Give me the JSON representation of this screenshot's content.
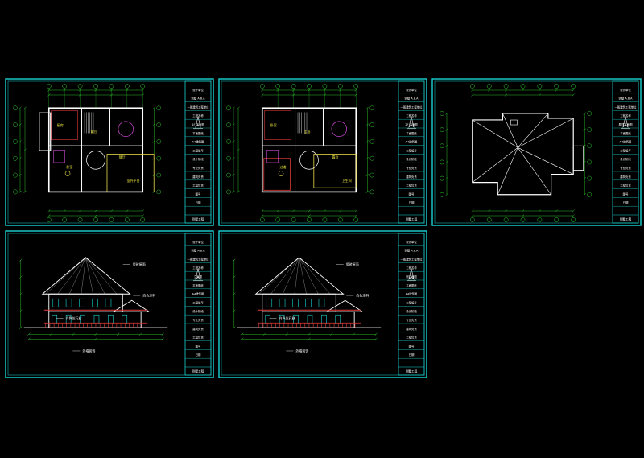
{
  "colors": {
    "background": "#000000",
    "frame": "#19d3d3",
    "wall": "#ffffff",
    "dimension": "#2fd12f",
    "accent_red": "#e23b3b",
    "accent_yellow": "#e9d84a",
    "accent_magenta": "#d24ad8",
    "text_yellow": "#e6e23a"
  },
  "sheets": [
    {
      "kind": "plan-ground",
      "callouts": [
        "厨房",
        "客厅",
        "餐厅",
        "卧室",
        "室外平台"
      ],
      "title_block": [
        "设计单位",
        "别墅 A.B.A",
        "一般建筑工程单位",
        "工程名称",
        "1F 平面图",
        "平面图纸",
        "A4建筑图",
        "工程编号",
        "设计阶段",
        "专业负责",
        "建筑负责",
        "工程负责",
        "图号",
        "日期"
      ],
      "footer": "别墅工程"
    },
    {
      "kind": "plan-upper",
      "callouts": [
        "卧室",
        "主卧",
        "露台",
        "过道",
        "卫生间"
      ],
      "title_block": [
        "设计单位",
        "别墅 A.B.A",
        "一般建筑工程单位",
        "工程名称",
        "2F 平面图",
        "平面图纸",
        "A4建筑图",
        "工程编号",
        "设计阶段",
        "专业负责",
        "建筑负责",
        "工程负责",
        "图号",
        "日期"
      ],
      "footer": "别墅工程"
    },
    {
      "kind": "plan-roof",
      "callouts": [],
      "title_block": [
        "设计单位",
        "别墅 A.B.A",
        "一般建筑工程单位",
        "工程名称",
        "屋顶平面图",
        "平面图纸",
        "A4建筑图",
        "工程编号",
        "设计阶段",
        "专业负责",
        "建筑负责",
        "工程负责",
        "图号",
        "日期"
      ],
      "footer": "别墅工程"
    },
    {
      "kind": "elevation-front",
      "callouts": [
        "瓷砖屋面",
        "白色涂料",
        "白色仿石材",
        "外墙装饰"
      ],
      "title_block": [
        "设计单位",
        "别墅 A.B.A",
        "一般建筑工程单位",
        "工程名称",
        "立面图",
        "平面图纸",
        "A4建筑图",
        "工程编号",
        "设计阶段",
        "专业负责",
        "建筑负责",
        "工程负责",
        "图号",
        "日期"
      ],
      "footer": "别墅工程"
    },
    {
      "kind": "elevation-side",
      "callouts": [
        "瓷砖屋面",
        "白色涂料",
        "白色仿石材",
        "外墙装饰"
      ],
      "title_block": [
        "设计单位",
        "别墅 A.B.A",
        "一般建筑工程单位",
        "工程名称",
        "侧立面图",
        "平面图纸",
        "A4建筑图",
        "工程编号",
        "设计阶段",
        "专业负责",
        "建筑负责",
        "工程负责",
        "图号",
        "日期"
      ],
      "footer": "别墅工程"
    }
  ]
}
